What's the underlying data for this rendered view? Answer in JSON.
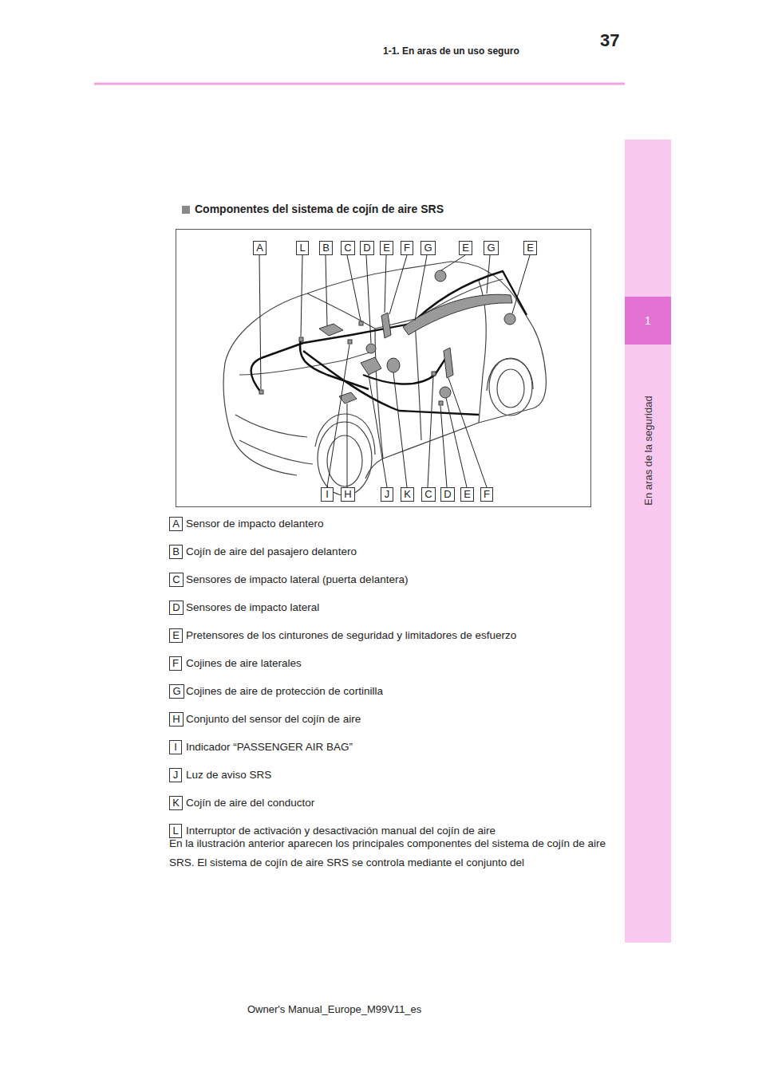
{
  "diagram": {
    "title": "Componentes del sistema de cojín de aire SRS",
    "nodes": [
      {
        "text": [
          "En aras de la seguridad"
        ]
      },
      {
        "text": [
          "1"
        ]
      },
      {
        "text": [
          "A"
        ]
      },
      {
        "text": [
          "L"
        ]
      },
      {
        "text": [
          "B"
        ]
      },
      {
        "text": [
          "C"
        ]
      },
      {
        "text": [
          "D"
        ]
      },
      {
        "text": [
          "E"
        ]
      },
      {
        "text": [
          "F"
        ]
      },
      {
        "text": [
          "G"
        ]
      },
      {
        "text": [
          "E"
        ]
      },
      {
        "text": [
          "G"
        ]
      },
      {
        "text": [
          "E"
        ]
      },
      {
        "text": [
          "I"
        ]
      },
      {
        "text": [
          "H"
        ]
      },
      {
        "text": [
          "J"
        ]
      },
      {
        "text": [
          "K"
        ]
      },
      {
        "text": [
          "C"
        ]
      },
      {
        "text": [
          "D"
        ]
      },
      {
        "text": [
          "E"
        ]
      },
      {
        "text": [
          "F"
        ]
      },
      {
        "text": [
          "A"
        ]
      },
      {
        "text": [
          "B"
        ]
      },
      {
        "text": [
          "C"
        ]
      },
      {
        "text": [
          "D"
        ]
      },
      {
        "text": [
          "E"
        ]
      },
      {
        "text": [
          "F"
        ]
      },
      {
        "text": [
          "G"
        ]
      },
      {
        "text": [
          "H"
        ]
      },
      {
        "text": [
          "I"
        ]
      },
      {
        "text": [
          "J"
        ]
      },
      {
        "text": [
          "K"
        ]
      },
      {
        "text": [
          "L"
        ]
      }
    ],
    "edges": [],
    "labels": [
      "37",
      "1-1. En aras de un uso seguro",
      "Sensor de impacto delantero",
      "Cojín de aire del pasajero delantero",
      "Sensores de impacto lateral (puerta delantera)",
      "Sensores de impacto lateral",
      "Pretensores de los cinturones de seguridad y limitadores de esfuerzo",
      "Cojines de aire laterales",
      "Cojines de aire de protección de cortinilla",
      "Conjunto del sensor del cojín de aire",
      "Indicador “PASSENGER AIR BAG”",
      "Luz de aviso SRS",
      "Cojín de aire del conductor",
      "Interruptor de activación y desactivación manual del cojín de aire",
      "En la ilustración anterior aparecen los principales componentes del sistema de cojín de aire SRS. El sistema de cojín de aire SRS se controla mediante el conjunto del",
      "Owner's Manual_Europe_M99V11_es"
    ]
  }
}
